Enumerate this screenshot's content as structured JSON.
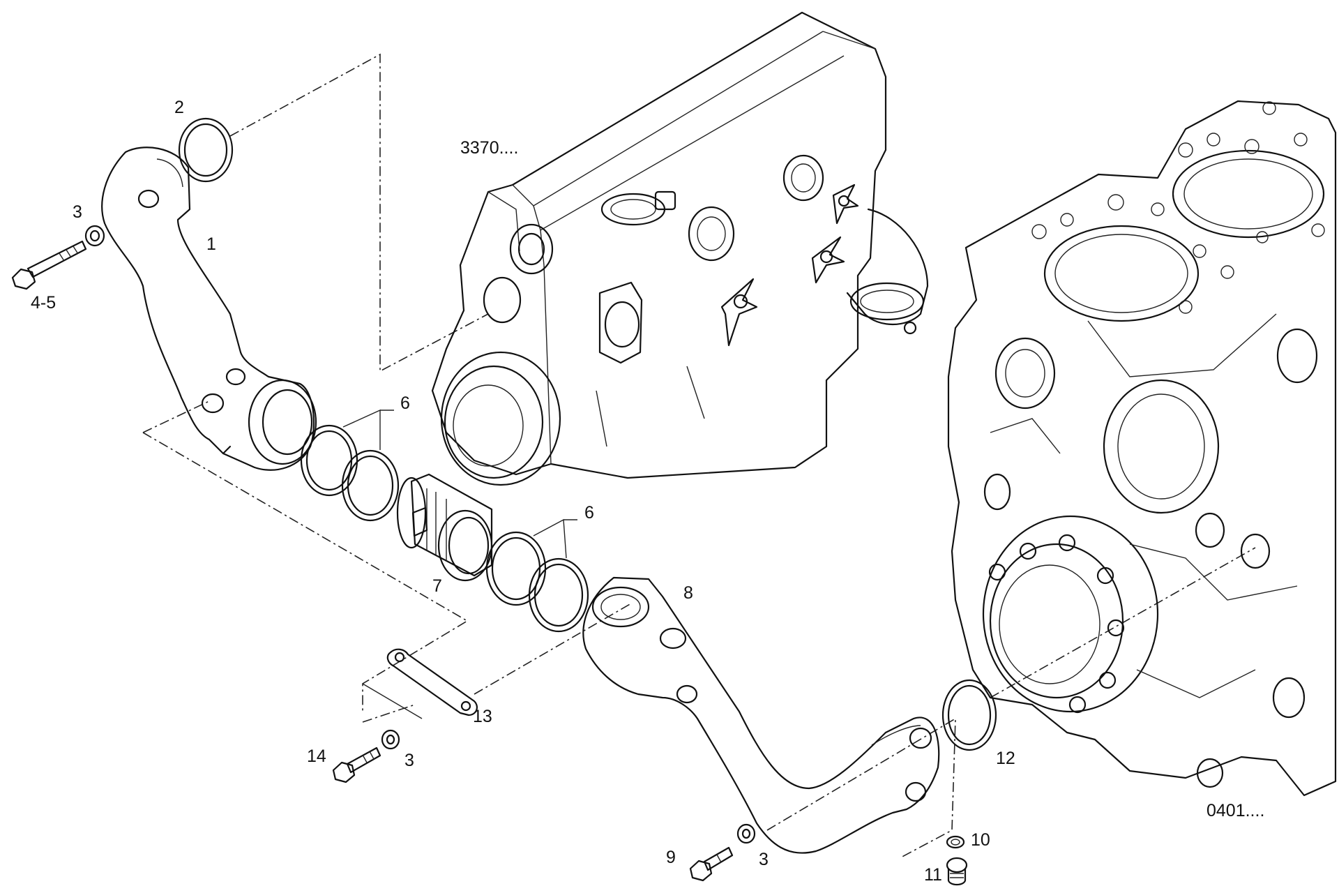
{
  "diagram": {
    "type": "exploded-parts-diagram",
    "reference_labels": {
      "cylinder_head": "3370....",
      "crankcase": "0401...."
    },
    "callouts": {
      "c1": "1",
      "c2": "2",
      "c3a": "3",
      "c45": "4-5",
      "c6a": "6",
      "c6b": "6",
      "c7": "7",
      "c8": "8",
      "c13": "13",
      "c14": "14",
      "c3b": "3",
      "c12": "12",
      "c9": "9",
      "c3c": "3",
      "c10": "10",
      "c11": "11"
    },
    "colors": {
      "line": "#111111",
      "background": "#ffffff"
    }
  }
}
